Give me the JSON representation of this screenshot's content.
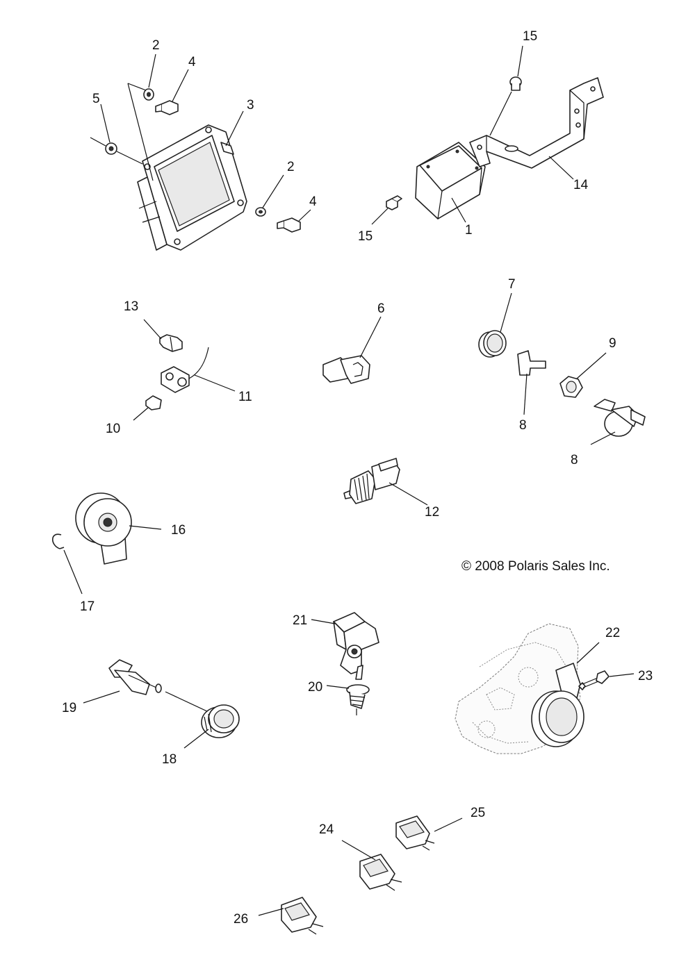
{
  "copyright": "© 2008 Polaris Sales Inc.",
  "callouts": {
    "c1": "1",
    "c2a": "2",
    "c2b": "2",
    "c3": "3",
    "c4a": "4",
    "c4b": "4",
    "c5": "5",
    "c6": "6",
    "c7": "7",
    "c8a": "8",
    "c8b": "8",
    "c9": "9",
    "c10": "10",
    "c11": "11",
    "c12": "12",
    "c13": "13",
    "c14": "14",
    "c15a": "15",
    "c15b": "15",
    "c16": "16",
    "c17": "17",
    "c18": "18",
    "c19": "19",
    "c20": "20",
    "c21": "21",
    "c22": "22",
    "c23": "23",
    "c24": "24",
    "c25": "25",
    "c26": "26"
  }
}
